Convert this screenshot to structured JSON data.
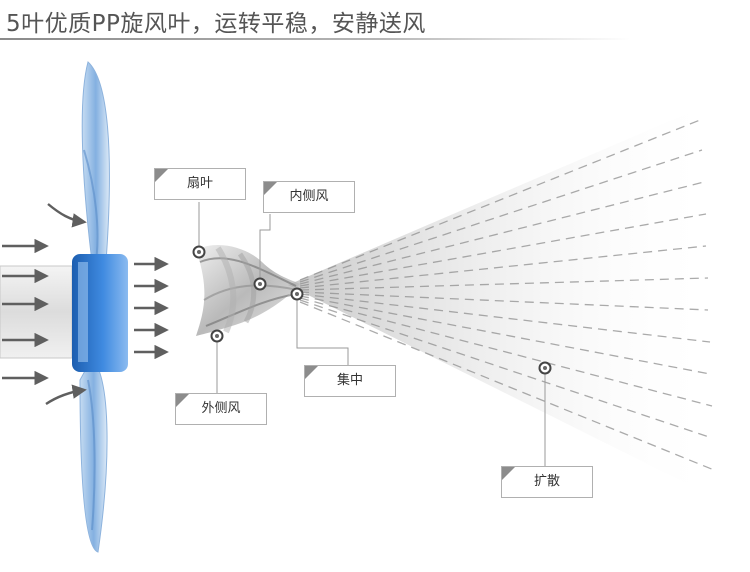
{
  "title": "5叶优质PP旋风叶，运转平稳，安静送风",
  "labels": {
    "blade": "扇叶",
    "inner_wind": "内侧风",
    "outer_wind": "外侧风",
    "focus": "集中",
    "spread": "扩散"
  },
  "colors": {
    "blade_blue": "#3f7fc4",
    "hub_blue": "#2c6fc2",
    "arrow_gray": "#5f5f5f",
    "airflow_gray": "#8f8f8f",
    "callout_border": "#b0b0b0",
    "title_text": "#555555"
  }
}
